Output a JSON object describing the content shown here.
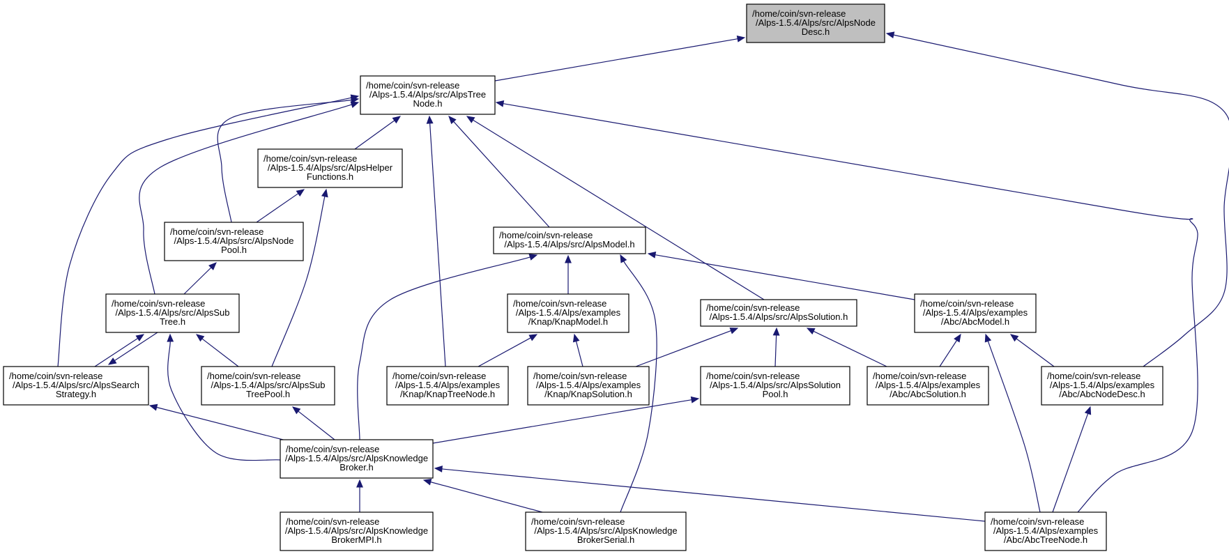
{
  "diagram": {
    "type": "include-dependency-graph",
    "nodes": [
      {
        "id": "NodeDesc",
        "lines": [
          "/home/coin/svn-release",
          "/Alps-1.5.4/Alps/src/AlpsNode",
          "Desc.h"
        ],
        "root": true
      },
      {
        "id": "TreeNode",
        "lines": [
          "/home/coin/svn-release",
          "/Alps-1.5.4/Alps/src/AlpsTree",
          "Node.h"
        ]
      },
      {
        "id": "HelperFunctions",
        "lines": [
          "/home/coin/svn-release",
          "/Alps-1.5.4/Alps/src/AlpsHelper",
          "Functions.h"
        ]
      },
      {
        "id": "NodePool",
        "lines": [
          "/home/coin/svn-release",
          "/Alps-1.5.4/Alps/src/AlpsNode",
          "Pool.h"
        ]
      },
      {
        "id": "SubTree",
        "lines": [
          "/home/coin/svn-release",
          "/Alps-1.5.4/Alps/src/AlpsSub",
          "Tree.h"
        ]
      },
      {
        "id": "SearchStrategy",
        "lines": [
          "/home/coin/svn-release",
          "/Alps-1.5.4/Alps/src/AlpsSearch",
          "Strategy.h"
        ]
      },
      {
        "id": "SubTreePool",
        "lines": [
          "/home/coin/svn-release",
          "/Alps-1.5.4/Alps/src/AlpsSub",
          "TreePool.h"
        ]
      },
      {
        "id": "Model",
        "lines": [
          "/home/coin/svn-release",
          "/Alps-1.5.4/Alps/src/AlpsModel.h"
        ]
      },
      {
        "id": "KnapModel",
        "lines": [
          "/home/coin/svn-release",
          "/Alps-1.5.4/Alps/examples",
          "/Knap/KnapModel.h"
        ]
      },
      {
        "id": "KnapTreeNode",
        "lines": [
          "/home/coin/svn-release",
          "/Alps-1.5.4/Alps/examples",
          "/Knap/KnapTreeNode.h"
        ]
      },
      {
        "id": "KnapSolution",
        "lines": [
          "/home/coin/svn-release",
          "/Alps-1.5.4/Alps/examples",
          "/Knap/KnapSolution.h"
        ]
      },
      {
        "id": "Solution",
        "lines": [
          "/home/coin/svn-release",
          "/Alps-1.5.4/Alps/src/AlpsSolution.h"
        ]
      },
      {
        "id": "SolutionPool",
        "lines": [
          "/home/coin/svn-release",
          "/Alps-1.5.4/Alps/src/AlpsSolution",
          "Pool.h"
        ]
      },
      {
        "id": "AbcModel",
        "lines": [
          "/home/coin/svn-release",
          "/Alps-1.5.4/Alps/examples",
          "/Abc/AbcModel.h"
        ]
      },
      {
        "id": "AbcSolution",
        "lines": [
          "/home/coin/svn-release",
          "/Alps-1.5.4/Alps/examples",
          "/Abc/AbcSolution.h"
        ]
      },
      {
        "id": "AbcNodeDesc",
        "lines": [
          "/home/coin/svn-release",
          "/Alps-1.5.4/Alps/examples",
          "/Abc/AbcNodeDesc.h"
        ]
      },
      {
        "id": "KnowledgeBroker",
        "lines": [
          "/home/coin/svn-release",
          "/Alps-1.5.4/Alps/src/AlpsKnowledge",
          "Broker.h"
        ]
      },
      {
        "id": "KnowledgeBrokerMPI",
        "lines": [
          "/home/coin/svn-release",
          "/Alps-1.5.4/Alps/src/AlpsKnowledge",
          "BrokerMPI.h"
        ]
      },
      {
        "id": "KnowledgeBrokerSerial",
        "lines": [
          "/home/coin/svn-release",
          "/Alps-1.5.4/Alps/src/AlpsKnowledge",
          "BrokerSerial.h"
        ]
      },
      {
        "id": "AbcTreeNode",
        "lines": [
          "/home/coin/svn-release",
          "/Alps-1.5.4/Alps/examples",
          "/Abc/AbcTreeNode.h"
        ]
      }
    ],
    "edges": [
      [
        "TreeNode",
        "NodeDesc"
      ],
      [
        "AbcNodeDesc",
        "NodeDesc"
      ],
      [
        "HelperFunctions",
        "TreeNode"
      ],
      [
        "NodePool",
        "TreeNode"
      ],
      [
        "SubTree",
        "TreeNode"
      ],
      [
        "SearchStrategy",
        "TreeNode"
      ],
      [
        "KnapTreeNode",
        "TreeNode"
      ],
      [
        "Model",
        "TreeNode"
      ],
      [
        "Solution",
        "TreeNode"
      ],
      [
        "AbcTreeNode",
        "TreeNode"
      ],
      [
        "NodePool",
        "HelperFunctions"
      ],
      [
        "SubTreePool",
        "HelperFunctions"
      ],
      [
        "SubTree",
        "NodePool"
      ],
      [
        "SearchStrategy",
        "SubTree"
      ],
      [
        "SubTree",
        "SearchStrategy"
      ],
      [
        "SubTreePool",
        "SubTree"
      ],
      [
        "KnowledgeBroker",
        "SubTree"
      ],
      [
        "KnowledgeBroker",
        "SearchStrategy"
      ],
      [
        "KnowledgeBroker",
        "SubTreePool"
      ],
      [
        "KnowledgeBroker",
        "Model"
      ],
      [
        "KnapModel",
        "Model"
      ],
      [
        "KnowledgeBrokerSerial",
        "Model"
      ],
      [
        "AbcModel",
        "Model"
      ],
      [
        "KnapTreeNode",
        "KnapModel"
      ],
      [
        "KnapSolution",
        "KnapModel"
      ],
      [
        "KnapSolution",
        "Solution"
      ],
      [
        "SolutionPool",
        "Solution"
      ],
      [
        "AbcSolution",
        "Solution"
      ],
      [
        "KnowledgeBroker",
        "SolutionPool"
      ],
      [
        "AbcSolution",
        "AbcModel"
      ],
      [
        "AbcNodeDesc",
        "AbcModel"
      ],
      [
        "AbcTreeNode",
        "AbcModel"
      ],
      [
        "AbcTreeNode",
        "AbcNodeDesc"
      ],
      [
        "KnowledgeBrokerMPI",
        "KnowledgeBroker"
      ],
      [
        "KnowledgeBrokerSerial",
        "KnowledgeBroker"
      ],
      [
        "AbcTreeNode",
        "KnowledgeBroker"
      ]
    ]
  }
}
